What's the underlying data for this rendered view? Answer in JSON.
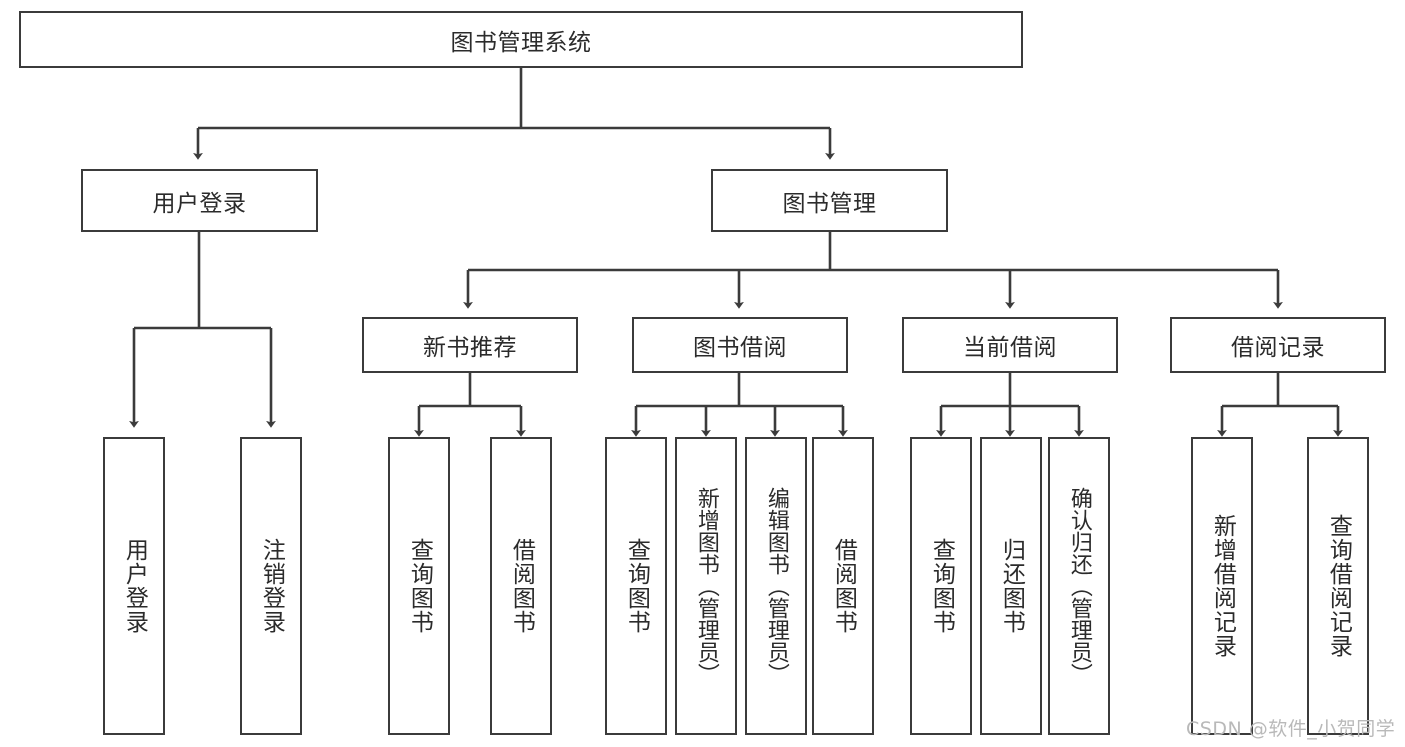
{
  "diagram": {
    "type": "tree",
    "title": "图书管理系统",
    "watermark": "CSDN @软件_小贺同学",
    "colors": {
      "box_border": "#3b3b3b",
      "box_fill": "#ffffff",
      "line": "#3b3b3b",
      "text": "#2b2b2b",
      "watermark": "#b9b9b9",
      "background": "#ffffff"
    },
    "levels": {
      "root": {
        "label": "图书管理系统"
      },
      "level2": [
        {
          "label": "用户登录"
        },
        {
          "label": "图书管理"
        }
      ],
      "level3": [
        {
          "label": "新书推荐"
        },
        {
          "label": "图书借阅"
        },
        {
          "label": "当前借阅"
        },
        {
          "label": "借阅记录"
        }
      ],
      "leaves_user_login": [
        {
          "label": "用户登录"
        },
        {
          "label": "注销登录"
        }
      ],
      "leaves_new_books": [
        {
          "label": "查询图书"
        },
        {
          "label": "借阅图书"
        }
      ],
      "leaves_borrow": [
        {
          "label": "查询图书"
        },
        {
          "label": "新增图书（管理员）"
        },
        {
          "label": "编辑图书（管理员）"
        },
        {
          "label": "借阅图书"
        }
      ],
      "leaves_current": [
        {
          "label": "查询图书"
        },
        {
          "label": "归还图书"
        },
        {
          "label": "确认归还（管理员）"
        }
      ],
      "leaves_records": [
        {
          "label": "新增借阅记录"
        },
        {
          "label": "查询借阅记录"
        }
      ]
    }
  }
}
